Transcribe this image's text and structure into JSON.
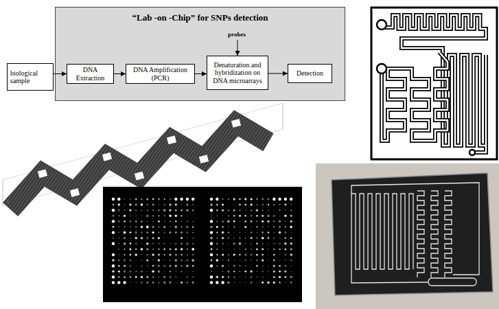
{
  "diagram": {
    "nodes": [
      {
        "text": [
          "“Lab -on -Chip” for SNPs detection"
        ]
      },
      {
        "text": [
          "biological sample"
        ]
      },
      {
        "text": [
          "DNA Extraction"
        ],
        "in": 0
      },
      {
        "text": [
          "DNA Amplification (PCR)"
        ],
        "in": 0
      },
      {
        "text": [
          "Denaturation and hybridization on DNA microarrays"
        ],
        "in": 0
      },
      {
        "text": [
          "Detection"
        ],
        "in": 0
      }
    ],
    "edges": [
      {
        "from": 1,
        "to": 2,
        "arrow": "to"
      },
      {
        "from": 2,
        "to": 3,
        "arrow": "to"
      },
      {
        "from": 3,
        "to": 4,
        "arrow": "to"
      },
      {
        "from": 4,
        "to": 5,
        "arrow": "to"
      }
    ],
    "labels": [
      "probes"
    ]
  }
}
